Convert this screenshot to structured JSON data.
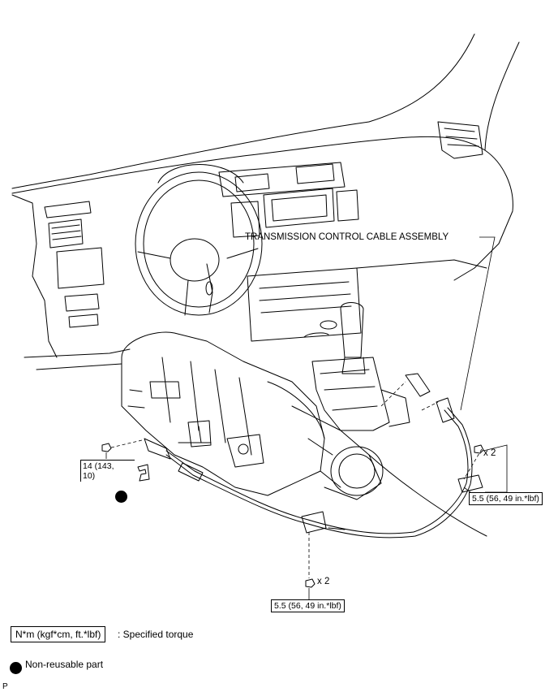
{
  "callouts": {
    "assembly": "TRANSMISSION CONTROL CABLE ASSEMBLY",
    "torque_left_line1": "14 (143,",
    "torque_left_line2": "10)",
    "torque_right": "5.5 (56, 49 in.*lbf)",
    "qty_right": "x 2",
    "torque_bottom": "5.5 (56, 49 in.*lbf)",
    "qty_bottom": "x 2"
  },
  "legend": {
    "torque_unit": "N*m (kgf*cm, ft.*lbf)",
    "torque_desc": ": Specified torque",
    "nonreusable_desc": "Non-reusable part"
  },
  "footer": {
    "mark": "P"
  }
}
